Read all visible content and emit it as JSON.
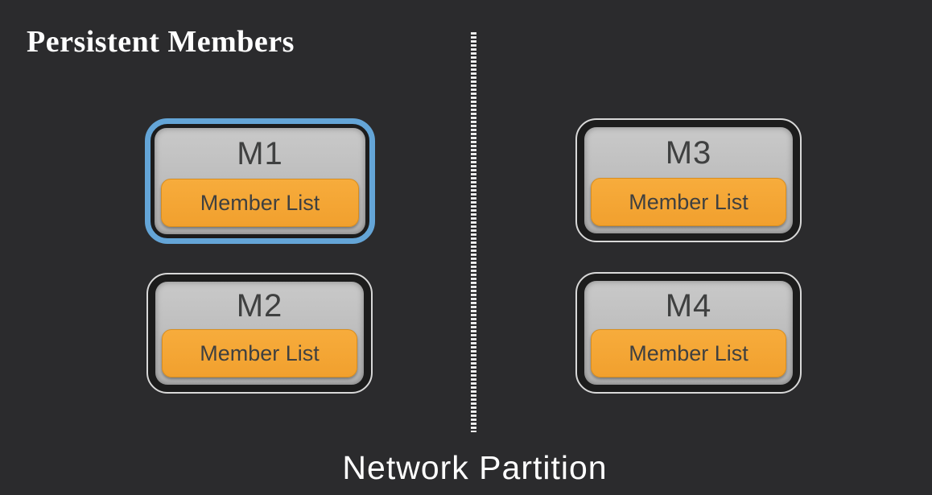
{
  "diagram": {
    "title": "Persistent Members",
    "partition_label": "Network Partition",
    "members": [
      {
        "id": "m1",
        "label": "M1",
        "list_label": "Member List",
        "highlighted": true
      },
      {
        "id": "m2",
        "label": "M2",
        "list_label": "Member List",
        "highlighted": false
      },
      {
        "id": "m3",
        "label": "M3",
        "list_label": "Member List",
        "highlighted": false
      },
      {
        "id": "m4",
        "label": "M4",
        "list_label": "Member List",
        "highlighted": false
      }
    ],
    "colors": {
      "background": "#2b2b2d",
      "highlight_blue": "#64a5d7",
      "node_gray": "#bcbcbc",
      "member_list_orange": "#f5a733",
      "text_dark": "#3f4040",
      "text_white": "#ffffff",
      "dash_gray": "#d5d5d5"
    }
  }
}
